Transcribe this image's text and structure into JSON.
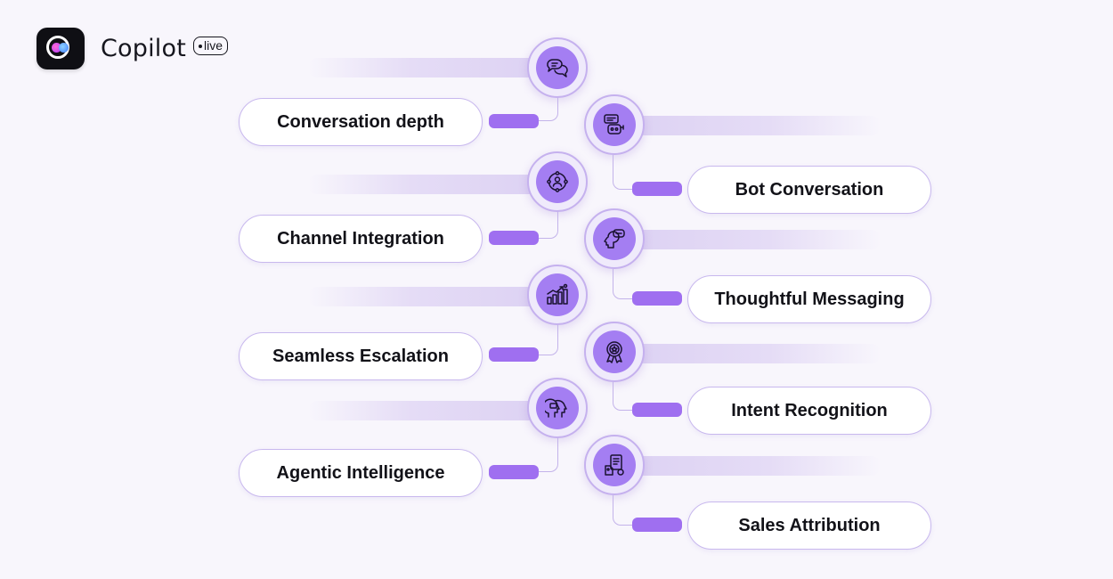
{
  "brand": {
    "name": "Copilot",
    "badge": "live"
  },
  "colors": {
    "background": "#f8f6fc",
    "accent": "#9f6ff0",
    "node_inner": "#a47ef2",
    "stream": "#e5dcf6"
  },
  "features": [
    {
      "label": "Conversation depth",
      "icon": "chat-bubbles-icon"
    },
    {
      "label": "Bot Conversation",
      "icon": "chatbot-icon"
    },
    {
      "label": "Channel Integration",
      "icon": "user-network-icon"
    },
    {
      "label": "Thoughtful Messaging",
      "icon": "thought-bubble-icon"
    },
    {
      "label": "Seamless Escalation",
      "icon": "growth-chart-icon"
    },
    {
      "label": "Intent Recognition",
      "icon": "award-badge-icon"
    },
    {
      "label": "Agentic Intelligence",
      "icon": "ai-heads-icon"
    },
    {
      "label": "Sales Attribution",
      "icon": "sales-tag-icon"
    }
  ]
}
